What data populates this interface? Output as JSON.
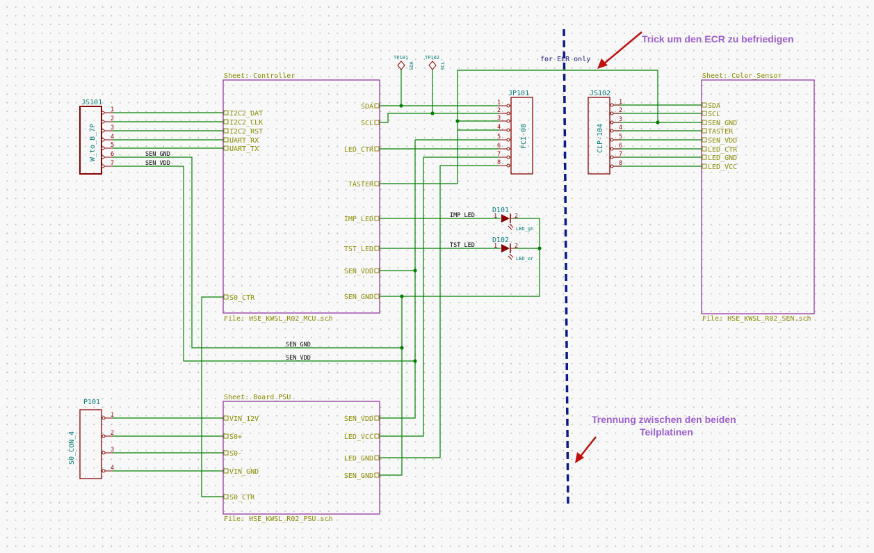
{
  "annotations": {
    "ecr_trick": "Trick um den ECR zu befriedigen",
    "ecr_only": "for ECR only",
    "separation_line1": "Trennung zwischen den beiden",
    "separation_line2": "Teilplatinen"
  },
  "sheet_controller": {
    "title": "Sheet: Controller",
    "file": "File: HSE_KWSL_R02_MCU.sch",
    "left_pins": [
      "I2C2_DAT",
      "I2C2_CLK",
      "I2C2_RST",
      "UART_RX",
      "UART_TX",
      "S0_CTR"
    ],
    "right_pins": [
      "SDA",
      "SCL",
      "LED_CTR",
      "TASTER",
      "IMP_LED",
      "TST_LED",
      "SEN_VDD",
      "SEN_GND"
    ]
  },
  "sheet_psu": {
    "title": "Sheet: Board_PSU",
    "file": "File: HSE_KWSL_R02_PSU.sch",
    "left_pins": [
      "VIN_12V",
      "S0+",
      "S0-",
      "VIN_GND",
      "S0_CTR"
    ],
    "right_pins": [
      "SEN_VDD",
      "LED_VCC",
      "LED_GND",
      "SEN_GND"
    ]
  },
  "sheet_color": {
    "title": "Sheet: Color_Sensor",
    "file": "File: HSE_KWSL_R02_SEN.sch",
    "left_pins": [
      "SDA",
      "SCL",
      "SEN_GND",
      "TASTER",
      "SEN_VDD",
      "LED_CTR",
      "LED_GND",
      "LED_VCC"
    ]
  },
  "js101": {
    "ref": "JS101",
    "value": "W_to_B_7P",
    "pins": [
      "1",
      "2",
      "3",
      "4",
      "5",
      "6",
      "7"
    ]
  },
  "jp101": {
    "ref": "JP101",
    "value": "FCI-08",
    "pins": [
      "1",
      "2",
      "3",
      "4",
      "5",
      "6",
      "7",
      "8"
    ]
  },
  "js102": {
    "ref": "JS102",
    "value": "CLP-104",
    "pins": [
      "1",
      "2",
      "3",
      "4",
      "5",
      "6",
      "7",
      "8"
    ]
  },
  "p101": {
    "ref": "P101",
    "value": "S0_CON_4",
    "pins": [
      "1",
      "2",
      "3",
      "4"
    ]
  },
  "d101": {
    "ref": "D101",
    "value": "LED_gn",
    "pin1": "1",
    "pin2": "2"
  },
  "d102": {
    "ref": "D102",
    "value": "LED_or",
    "pin1": "1",
    "pin2": "2"
  },
  "tp101": {
    "ref": "TP101",
    "net": "SDA"
  },
  "tp102": {
    "ref": "TP102",
    "net": "SCL"
  },
  "net_labels": {
    "sen_gnd_js": "SEN_GND",
    "sen_vdd_js": "SEN_VDD",
    "sen_gnd_bus": "SEN_GND",
    "sen_vdd_bus": "SEN_VDD",
    "imp_led": "IMP_LED",
    "tst_led": "TST_LED"
  }
}
